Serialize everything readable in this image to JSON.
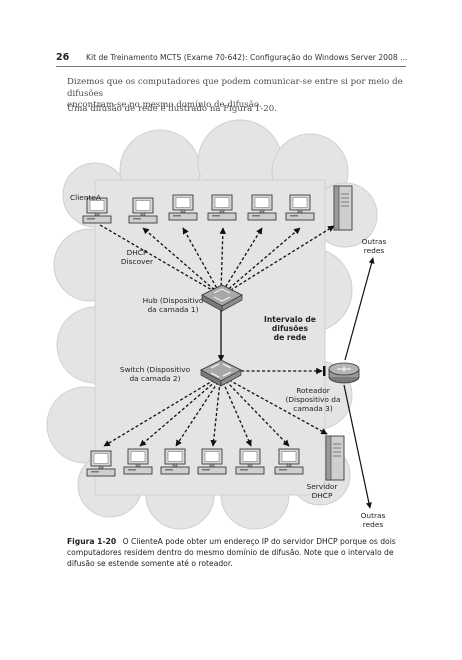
{
  "header": {
    "page_number": "26",
    "running_title": "Kit de Treinamento MCTS (Exame 70-642): Configuração do Windows Server 2008 ..."
  },
  "body_text": {
    "paragraph_1_line_1": "Dizemos que os computadores que podem comunicar-se entre si por meio de difusões",
    "paragraph_1_line_2": "encontram-se no mesmo domínio de difusão.",
    "paragraph_2": "Uma difusão de rede é ilustrado na Figura 1-20."
  },
  "figure": {
    "client_a": "ClienteA",
    "dhcp_discover_1": "DHCP",
    "dhcp_discover_2": "Discover",
    "hub_1": "Hub (Dispositivo",
    "hub_2": "da camada 1)",
    "interval_1": "Intervalo de",
    "interval_2": "difusões",
    "interval_3": "de rede",
    "switch_1": "Switch (Dispositivo",
    "switch_2": "da camada 2)",
    "router_1": "Roteador",
    "router_2": "(Dispositivo da",
    "router_3": "camada 3)",
    "other_networks_top_1": "Outras",
    "other_networks_top_2": "redes",
    "other_networks_bottom_1": "Outras",
    "other_networks_bottom_2": "redes",
    "dhcp_server_1": "Servidor",
    "dhcp_server_2": "DHCP"
  },
  "caption": {
    "figure_number": "Figura 1-20",
    "text": "O ClienteA pode obter um endereço IP do servidor DHCP porque os dois computadores residem dentro do mesmo domínio de difusão. Note que o intervalo de difusão se estende somente até o roteador."
  }
}
